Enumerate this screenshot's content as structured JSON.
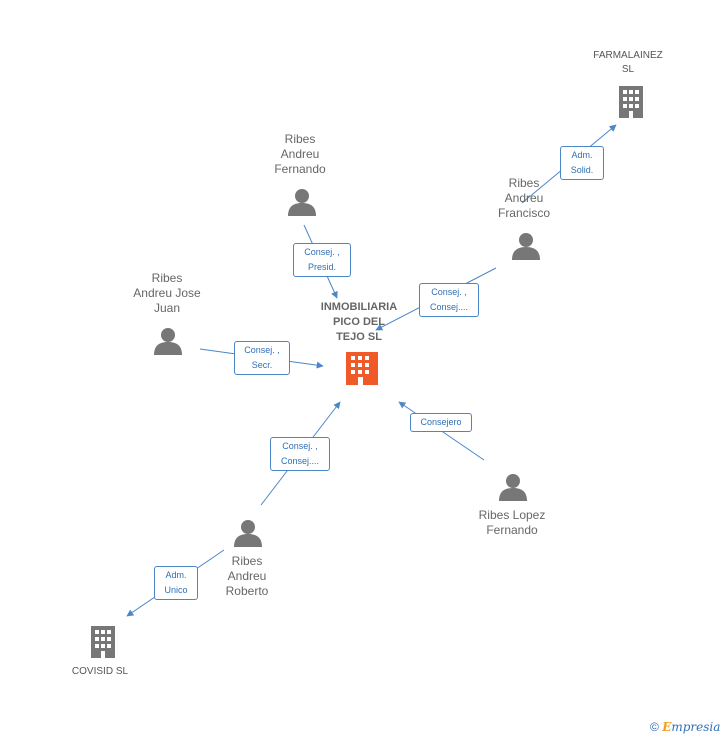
{
  "nodes": {
    "main_company": {
      "label": "INMOBILIARIA\nPICO DEL\nTEJO SL"
    },
    "farmalainez": {
      "label": "FARMALAINEZ\nSL"
    },
    "covisid": {
      "label": "COVISID SL"
    },
    "ribes_andreu_fernando": {
      "label": "Ribes\nAndreu\nFernando"
    },
    "ribes_andreu_francisco": {
      "label": "Ribes\nAndreu\nFrancisco"
    },
    "ribes_andreu_jose_juan": {
      "label": "Ribes\nAndreu Jose\nJuan"
    },
    "ribes_andreu_roberto": {
      "label": "Ribes\nAndreu\nRoberto"
    },
    "ribes_lopez_fernando": {
      "label": "Ribes Lopez\nFernando"
    }
  },
  "edges": {
    "fernando_main": "Consej. ,\nPresid.",
    "francisco_main": "Consej. ,\nConsej....",
    "jose_juan_main": "Consej. ,\nSecr.",
    "roberto_main": "Consej. ,\nConsej....",
    "lopez_main": "Consejero",
    "francisco_farmalainez": "Adm.\nSolid.",
    "roberto_covisid": "Adm.\nUnico"
  },
  "colors": {
    "main_company": "#f05a28",
    "company": "#777777",
    "person": "#777777",
    "edge": "#4a86c8"
  },
  "footer": {
    "copyright": "©",
    "brand_initial": "E",
    "brand_rest": "mpresia"
  }
}
